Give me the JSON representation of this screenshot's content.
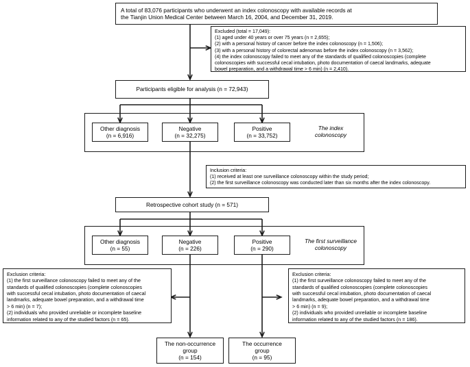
{
  "diagram": {
    "title": "Study participant flow diagram",
    "accent_color": "#1a1a1a",
    "background_color": "#ffffff"
  },
  "nodes": {
    "total_participants": {
      "label": "A total of 83,076 participants who underwent an index colonoscopy with available records at\nthe Tianjin Union Medical Center between March 16, 2004, and December 31, 2019.",
      "count": "83,076"
    },
    "excluded": {
      "label": "Excluded (total = 17,049):\n(1) aged under 40 years or over 75 years (n = 2,655);\n(2) with a personal history of cancer before the index colonoscopy (n = 1,506);\n(3) with a personal history of colorectal adenomas before the index colonoscopy (n = 3,562);\n(4) the index colonoscopy failed to meet any of the standards of qualified colonoscopies (complete\ncolonoscopies with successful cecal intubation, photo documentation of caecal landmarks, adequate\nbowel preparation, and a withdrawal time > 6 min) (n = 2,410).",
      "total": "17,049"
    },
    "eligible": {
      "label": "Participants eligible for analysis (n = 72,943)",
      "count": "72,943"
    },
    "index_other": {
      "label": "Other diagnosis\n(n = 6,916)",
      "count": "6,916"
    },
    "index_negative": {
      "label": "Negative\n(n = 32,275)",
      "count": "32,275"
    },
    "index_positive": {
      "label": "Positive\n(n = 33,752)",
      "count": "33,752"
    },
    "index_group_label": {
      "label": "The index\ncolonoscopy"
    },
    "inclusion": {
      "label": "Inclusion criteria:\n(1) received at least one surveillance colonoscopy within the study period;\n(2) the first surveillance colonoscopy was conducted later than six months after the index colonoscopy."
    },
    "cohort": {
      "label": "Retrospective cohort study (n = 571)",
      "count": "571"
    },
    "surv_other": {
      "label": "Other diagnosis\n(n = 55)",
      "count": "55"
    },
    "surv_negative": {
      "label": "Negative\n(n = 226)",
      "count": "226"
    },
    "surv_positive": {
      "label": "Positive\n(n = 290)",
      "count": "290"
    },
    "surv_group_label": {
      "label": "The first surveillance\ncolonoscopy"
    },
    "exclusion_left": {
      "label": "Exclusion criteria:\n(1) the first surveillance colonoscopy failed to meet any of the\nstandards of qualified colonoscopies (complete colonoscopies\nwith successful cecal intubation, photo documentation of caecal\nlandmarks, adequate bowel preparation, and a withdrawal time\n> 6 min) (n = 7);\n(2) individuals who provided unreliable or incomplete baseline\ninformation related to any of the studied factors (n = 65)."
    },
    "exclusion_right": {
      "label": "Exclusion criteria:\n(1) the first surveillance colonoscopy failed to meet any of the\nstandards of qualified colonoscopies (complete colonoscopies\nwith successful cecal intubation, photo documentation of caecal\nlandmarks, adequate bowel preparation, and a withdrawal time\n> 6 min) (n = 9);\n(2) individuals who provided unreliable or incomplete baseline\ninformation related to any of the studied factors (n = 186)."
    },
    "non_occurrence": {
      "label": "The non-occurrence\ngroup\n(n = 154)",
      "count": "154"
    },
    "occurrence": {
      "label": "The occurrence\ngroup\n(n = 95)",
      "count": "95"
    }
  }
}
